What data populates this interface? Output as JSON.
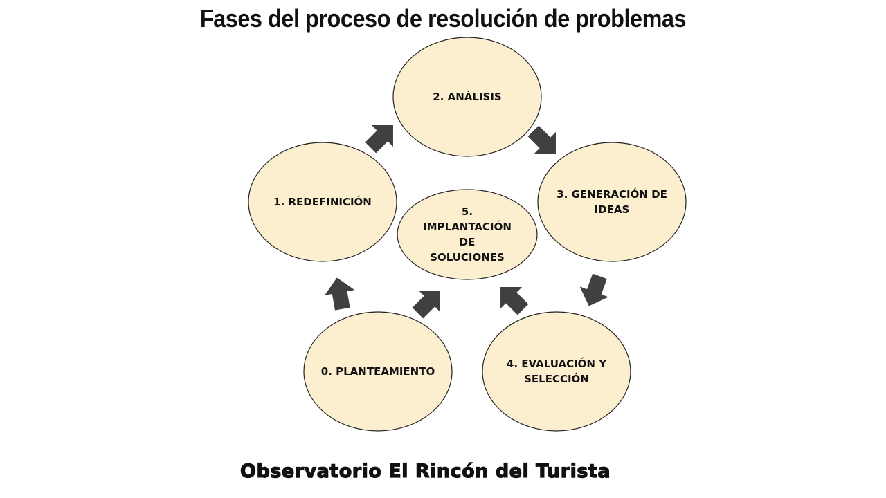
{
  "title": "Fases del proceso de resolución de problemas",
  "footer": "Observatorio El Rincón del Turista",
  "colors": {
    "node_fill": "#fcefcf",
    "node_stroke": "#222222",
    "arrow": "#404040"
  },
  "nodes": [
    {
      "id": "analisis",
      "lines": [
        "2. ANÁLISIS"
      ]
    },
    {
      "id": "redefinicion",
      "lines": [
        "1. REDEFINICIÓN"
      ]
    },
    {
      "id": "generacion",
      "lines": [
        "3. GENERACIÓN DE",
        "IDEAS"
      ]
    },
    {
      "id": "implantacion",
      "lines": [
        "5.",
        "IMPLANTACIÓN",
        "DE",
        "SOLUCIONES"
      ]
    },
    {
      "id": "planteamiento",
      "lines": [
        "0. PLANTEAMIENTO"
      ]
    },
    {
      "id": "evaluacion",
      "lines": [
        "4. EVALUACIÓN Y",
        "SELECCIÓN"
      ]
    }
  ]
}
